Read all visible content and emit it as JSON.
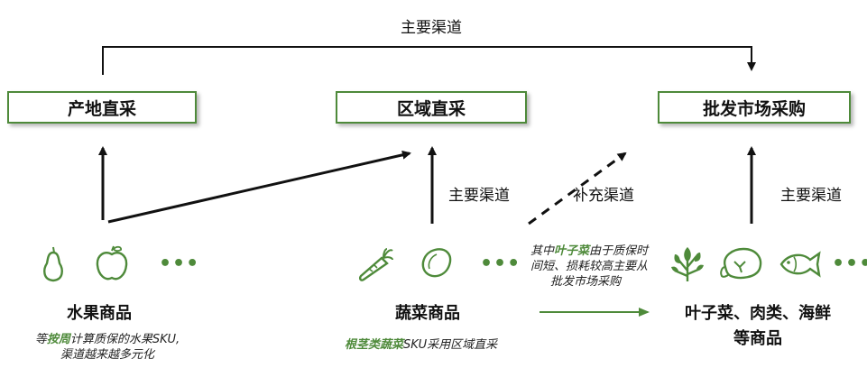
{
  "top_label": "主要渠道",
  "boxes": {
    "origin": "产地直采",
    "region": "区域直采",
    "wholesale": "批发市场采购"
  },
  "arrow_labels": {
    "veg_main": "主要渠道",
    "supplement": "补充渠道",
    "leafy_main": "主要渠道"
  },
  "categories": {
    "fruit": "水果商品",
    "veg": "蔬菜商品",
    "leafy_meat_sea": "叶子菜、肉类、海鲜",
    "leafy_meat_sea_2": "等商品"
  },
  "notes": {
    "fruit_1a": "等",
    "fruit_1b": "按周",
    "fruit_1c": "计算质保的水果SKU,",
    "fruit_2": "渠道越来越多元化",
    "veg_a": "根茎类蔬菜",
    "veg_b": "SKU采用区域直采",
    "leafy_1a": "其中",
    "leafy_1b": "叶子菜",
    "leafy_1c": "由于质保时",
    "leafy_2": "间短、损耗较高主要从",
    "leafy_3": "批发市场采购"
  },
  "dots": "•••",
  "colors": {
    "accent": "#4e8a3a",
    "text": "#111111"
  },
  "icons": [
    "pear-icon",
    "apple-icon",
    "carrot-icon",
    "potato-icon",
    "leafy-greens-icon",
    "chicken-icon",
    "fish-icon"
  ]
}
